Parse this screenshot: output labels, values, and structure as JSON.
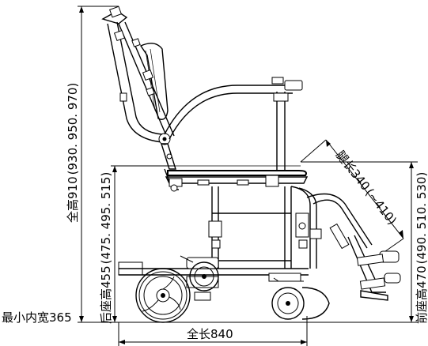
{
  "dimensions": {
    "total_height": "全高910",
    "total_height_range": "(930. 950. 970)",
    "rear_seat_height": "后座高455",
    "rear_seat_height_range": "(475. 495. 515)",
    "front_seat_height": "前座高470",
    "front_seat_height_range": "(490. 510. 530)",
    "leg_length": "腿长340",
    "leg_length_range": "(~410)",
    "min_inner_width": "最小内宽365",
    "total_length": "全长840"
  }
}
